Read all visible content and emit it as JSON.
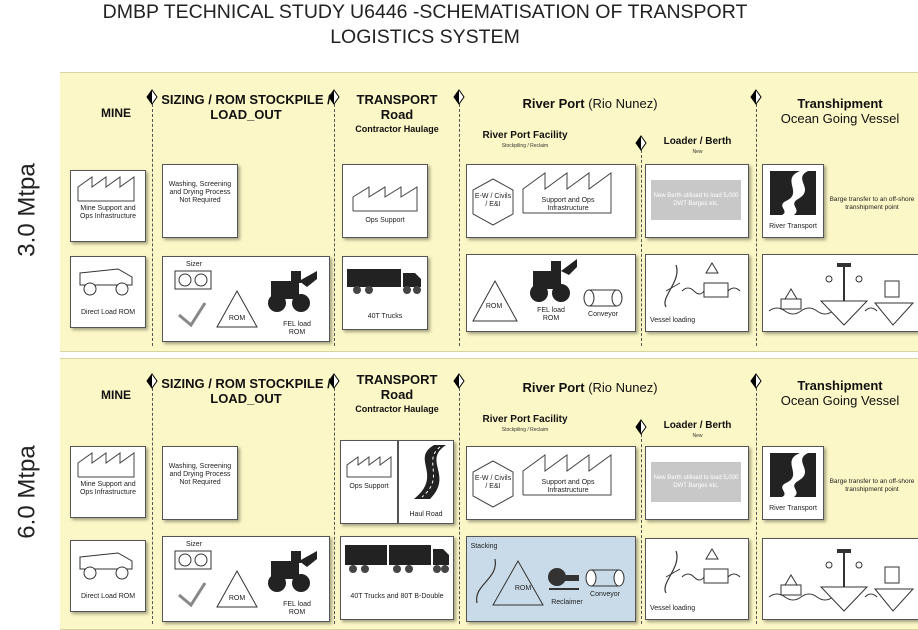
{
  "title": "DMBP TECHNICAL STUDY U6446 -SCHEMATISATION OF TRANSPORT LOGISTICS SYSTEM",
  "title_line1": "DMBP TECHNICAL STUDY U6446 -SCHEMATISATION OF TRANSPORT",
  "title_line2": "LOGISTICS SYSTEM",
  "colors": {
    "band": "#fbf7c6",
    "stacking_panel": "#c9dbe8",
    "grey_box": "#c8c8c8"
  },
  "rows": [
    {
      "label": "3.0 Mtpa",
      "headers": {
        "mine": "MINE",
        "sizing": "SIZING / ROM STOCKPILE /",
        "sizing2": "LOAD_OUT",
        "transport1": "TRANSPORT",
        "transport2": "Road",
        "transport3": "Contractor Haulage",
        "port": "River Port",
        "port_sub": "(Rio Nunez)",
        "port_facility": "River Port Facility",
        "port_facility_sub": "Stockpiling / Reclaim",
        "loader": "Loader / Berth",
        "loader_sub": "New",
        "tranship1": "Transhipment",
        "tranship2": "Ocean Going Vessel"
      },
      "boxes": {
        "mine_support": "Mine Support and Ops Infrastructure",
        "washing": "Washing, Screening and Drying Process Not Required",
        "ops_support": "Ops Support",
        "ew_civils": "E-W / Civils / E&I",
        "port_support": "Support and Ops Infrastructure",
        "new_berth": "New Berth utilised to load 5,000 DWT Barges etc.",
        "river_transport": "River Transport",
        "barge_transfer": "Barge transfer to an off-shore transhipment point",
        "direct_load": "Direct Load ROM",
        "sizer": "Sizer",
        "rom": "ROM",
        "fel_load": "FEL load ROM",
        "trucks": "40T Trucks",
        "port_rom": "ROM",
        "port_fel": "FEL load ROM",
        "conveyor": "Conveyor",
        "vessel_loading": "Vessel loading"
      }
    },
    {
      "label": "6.0 Mtpa",
      "headers": {
        "mine": "MINE",
        "sizing": "SIZING / ROM STOCKPILE /",
        "sizing2": "LOAD_OUT",
        "transport1": "TRANSPORT",
        "transport2": "Road",
        "transport3": "Contractor Haulage",
        "port": "River Port",
        "port_sub": "(Rio Nunez)",
        "port_facility": "River Port Facility",
        "port_facility_sub": "Stockpiling / Reclaim",
        "loader": "Loader / Berth",
        "loader_sub": "New",
        "tranship1": "Transhipment",
        "tranship2": "Ocean Going Vessel"
      },
      "boxes": {
        "mine_support": "Mine Support and Ops Infrastructure",
        "washing": "Washing, Screening and Drying Process Not Required",
        "ops_support": "Ops Support",
        "haul_road": "Haul Road",
        "ew_civils": "E-W / Civils / E&I",
        "port_support": "Support and Ops Infrastructure",
        "new_berth": "New Berth utilised to load 5,000 DWT Barges etc.",
        "river_transport": "River Transport",
        "barge_transfer": "Barge transfer to an off-shore transhipment point",
        "direct_load": "Direct Load ROM",
        "sizer": "Sizer",
        "rom": "ROM",
        "fel_load": "FEL load ROM",
        "trucks": "40T Trucks and 80T B-Double",
        "stacking": "Stacking",
        "port_rom": "ROM",
        "reclaimer": "Reclaimer",
        "conveyor": "Conveyor",
        "vessel_loading": "Vessel loading"
      }
    }
  ]
}
